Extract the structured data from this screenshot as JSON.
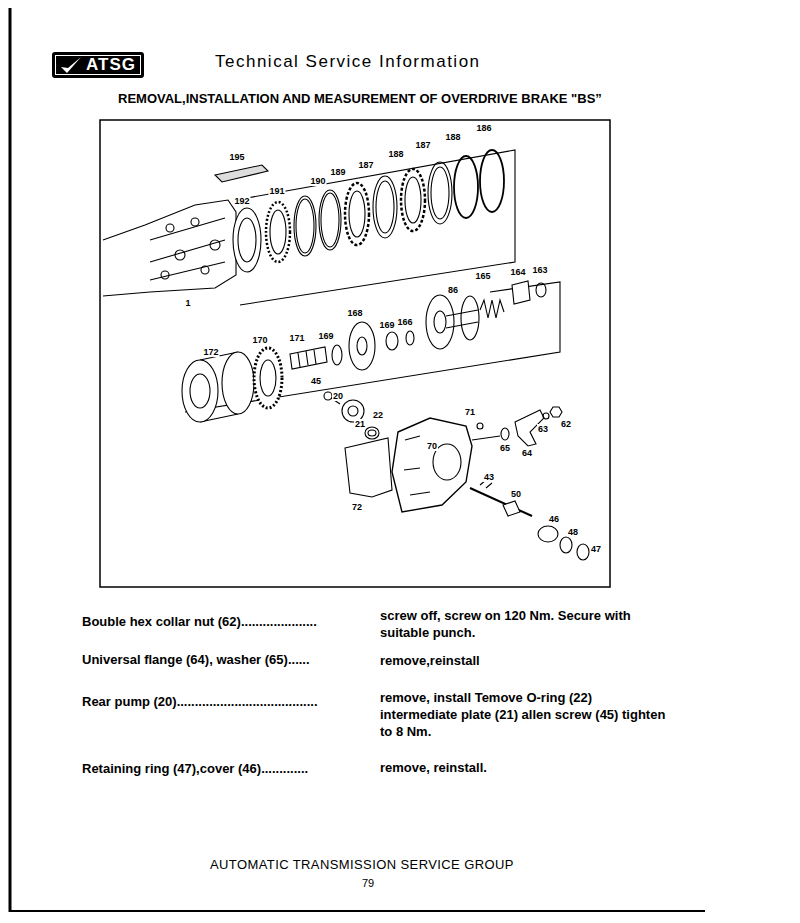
{
  "diagram": {
    "title": "REMOVAL,INSTALLATION AND MEASUREMENT OF OVERDRIVE BRAKE \"BS”",
    "nodes": [
      {
        "text": [
          "ATSG"
        ]
      }
    ],
    "labels": [
      "Technical Service Information",
      "195",
      "191",
      "192",
      "190",
      "189",
      "187",
      "188",
      "187",
      "188",
      "186",
      "1",
      "165",
      "164",
      "163",
      "86",
      "168",
      "169",
      "166",
      "172",
      "170",
      "171",
      "169",
      "45",
      "20",
      "22",
      "21",
      "71",
      "62",
      "63",
      "65",
      "64",
      "70",
      "72",
      "43",
      "50",
      "46",
      "48",
      "47",
      "Bouble hex collar nut (62).....................",
      "screw off, screw on 120 Nm. Secure with suitable punch.",
      "Universal flange (64), washer (65)......",
      "remove,reinstall",
      "Rear pump (20).......................................",
      "remove, install Temove O-ring (22) intermediate plate (21) allen screw (45) tighten to 8 Nm.",
      "Retaining ring (47),cover (46).............",
      "remove, reinstall.",
      "AUTOMATIC TRANSMISSION SERVICE GROUP",
      "79"
    ]
  }
}
